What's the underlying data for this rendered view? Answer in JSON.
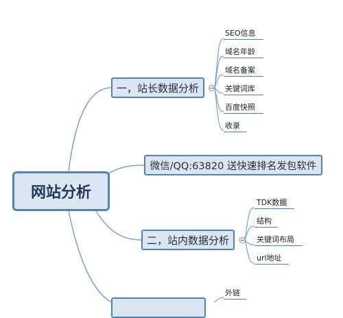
{
  "root": {
    "label": "网站分析"
  },
  "branches": [
    {
      "label": "一，站长数据分析",
      "leaves": [
        "SEO信息",
        "域名年龄",
        "域名备案",
        "关键词库",
        "百度快照",
        "收录"
      ]
    },
    {
      "label": "微信/QQ:63820 送快速排名发包软件"
    },
    {
      "label": "二，站内数据分析",
      "leaves": [
        "TDK数据",
        "结构",
        "关键词布局",
        "url地址"
      ]
    },
    {
      "label": "",
      "leaves": [
        "外链"
      ]
    }
  ],
  "colors": {
    "node_fill": "#dce6f2",
    "node_border": "#4f81bd",
    "link": "#7ea1cf"
  }
}
